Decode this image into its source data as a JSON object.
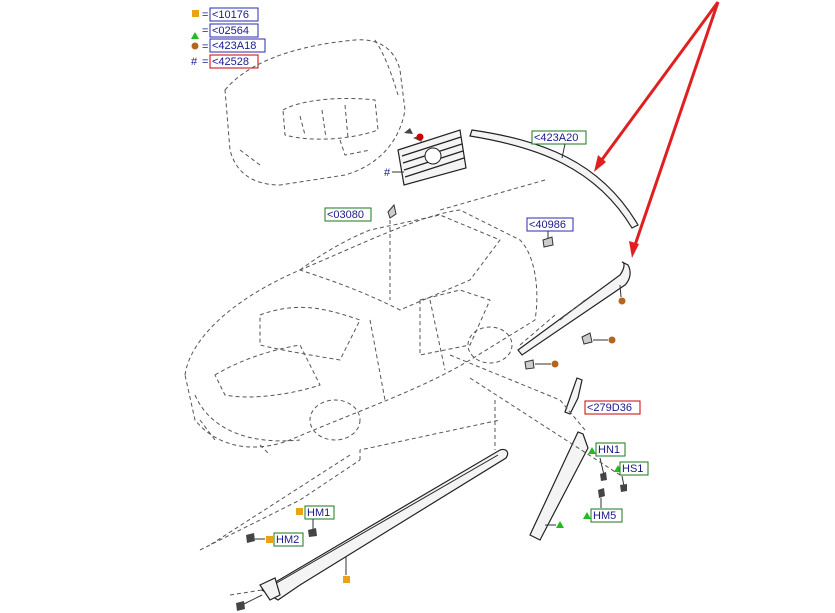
{
  "legend": [
    {
      "symbol": "square",
      "color": "#e8a317",
      "text": "<10176",
      "box_color": "#2a2ab0"
    },
    {
      "symbol": "triangle",
      "color": "#22bb22",
      "text": "<02564",
      "box_color": "#2a2ab0"
    },
    {
      "symbol": "circle",
      "color": "#b5651d",
      "text": "<423A18",
      "box_color": "#2a2ab0"
    },
    {
      "symbol": "hash",
      "color": "#cc0000",
      "text": "<42528",
      "box_color": "#cc0000"
    }
  ],
  "legend_eq": "=",
  "callouts": {
    "rear_molding": {
      "text": "<423A20",
      "box_color": "#1a7a1a"
    },
    "roof_antenna": {
      "text": "<03080",
      "box_color": "#1a7a1a"
    },
    "clip_40986": {
      "text": "<40986",
      "box_color": "#2a2ab0"
    },
    "pillar_trim": {
      "text": "<279D36",
      "box_color": "#cc0000"
    },
    "hn1": {
      "text": "HN1",
      "box_color": "#1a7a1a"
    },
    "hs1": {
      "text": "HS1",
      "box_color": "#1a7a1a"
    },
    "hm5": {
      "text": "HM5",
      "box_color": "#1a7a1a"
    },
    "hm1": {
      "text": "HM1",
      "box_color": "#1a7a1a"
    },
    "hm2": {
      "text": "HM2",
      "box_color": "#1a7a1a"
    }
  },
  "symbols_text": {
    "hash": "#"
  },
  "arrow_color": "#e02020"
}
